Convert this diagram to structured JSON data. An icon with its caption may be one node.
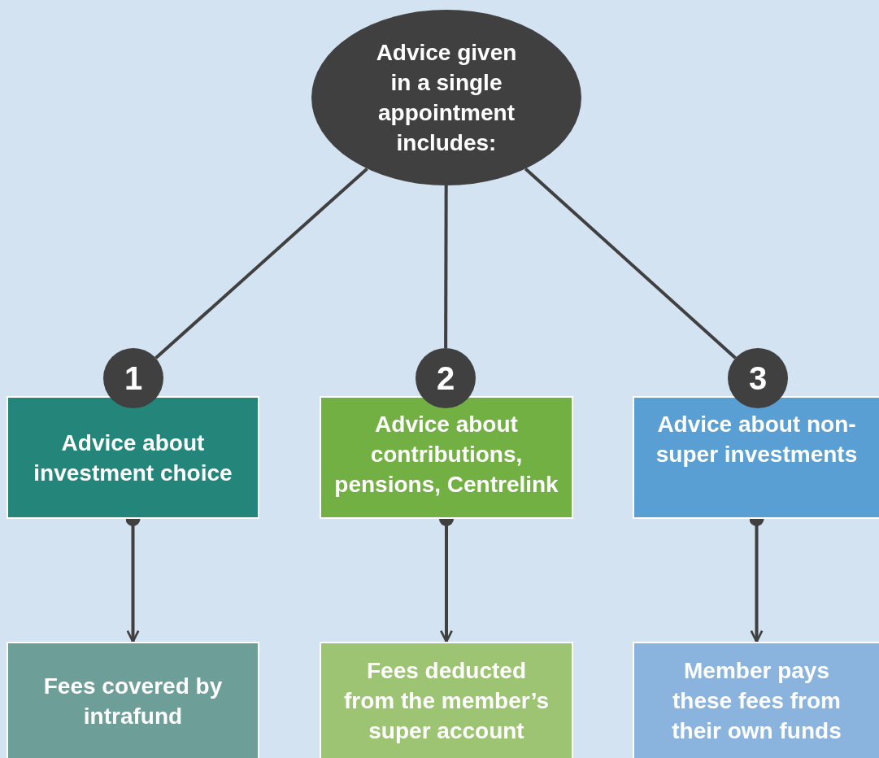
{
  "diagram": {
    "nodes": [
      {
        "text": [
          "Advice given in a single appointment includes:"
        ]
      },
      {
        "text": [
          "1"
        ]
      },
      {
        "text": [
          "2"
        ]
      },
      {
        "text": [
          "3"
        ]
      },
      {
        "text": [
          "Advice about investment choice"
        ]
      },
      {
        "text": [
          "Advice about contributions, pensions, Centrelink"
        ]
      },
      {
        "text": [
          "Advice about non-super investments"
        ]
      },
      {
        "text": [
          "Fees covered by intrafund"
        ]
      },
      {
        "text": [
          "Fees deducted from the member’s super account"
        ]
      },
      {
        "text": [
          "Member pays these fees from their own funds"
        ]
      }
    ],
    "edges": [
      {
        "from": 0,
        "to": 1,
        "arrow": "none"
      },
      {
        "from": 0,
        "to": 2,
        "arrow": "none"
      },
      {
        "from": 0,
        "to": 3,
        "arrow": "none"
      },
      {
        "from": 4,
        "to": 7,
        "arrow": "to"
      },
      {
        "from": 5,
        "to": 8,
        "arrow": "to"
      },
      {
        "from": 6,
        "to": 9,
        "arrow": "to"
      }
    ]
  }
}
